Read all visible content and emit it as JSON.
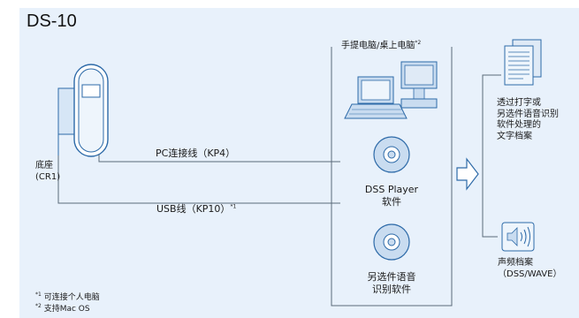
{
  "title": "DS-10",
  "base": {
    "line1": "底座",
    "line2": "(CR1)"
  },
  "cables": {
    "pc_cable": "PC连接线（KP4）",
    "usb_cable": "USB线（KP10）",
    "usb_sup": "*1"
  },
  "pc": {
    "label": "手提电脑/桌上电脑",
    "sup": "*2"
  },
  "software": {
    "dss_line1": "DSS Player",
    "dss_line2": "软件",
    "opt_line1": "另选件语音",
    "opt_line2": "识别软件"
  },
  "outputs": {
    "doc_line1": "透过打字或",
    "doc_line2": "另选件语音识别",
    "doc_line3": "软件处理的",
    "doc_line4": "文字档案",
    "audio_line1": "声频档案",
    "audio_line2": "（DSS/WAVE）"
  },
  "footnotes": {
    "n1_mark": "*1",
    "n1_text": "可连接个人电脑",
    "n2_mark": "*2",
    "n2_text": "支持Mac OS"
  },
  "colors": {
    "background": "#e8f1fb",
    "line": "#5a6a7a",
    "icon_fill": "#c9dcf0",
    "icon_stroke": "#2d6aa8"
  }
}
